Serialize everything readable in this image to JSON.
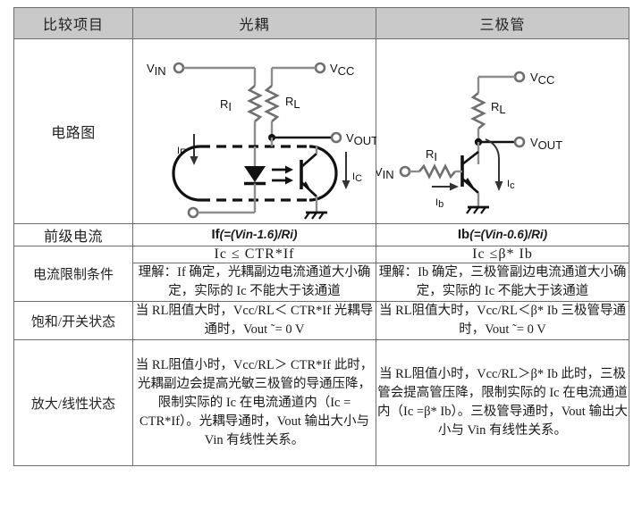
{
  "table": {
    "header": {
      "col_label": "比较项目",
      "col_opto": "光耦",
      "col_transistor": "三极管"
    },
    "rows": {
      "circuit": {
        "label": "电路图",
        "opto_diagram": {
          "vin": "VIN",
          "ri": "RI",
          "if": "IF",
          "vcc": "VCC",
          "rl": "RL",
          "vout": "VOUT",
          "ic": "IC"
        },
        "transistor_diagram": {
          "vin": "VIN",
          "ri": "RI",
          "ib": "Ib",
          "vcc": "VCC",
          "rl": "RL",
          "vout": "VOUT",
          "ic": "Ic"
        }
      },
      "pre_current": {
        "label": "前级电流",
        "opto_symbol": "If",
        "opto_formula": "(=(Vin-1.6)/Ri)",
        "transistor_symbol": "Ib",
        "transistor_formula": "(=(Vin-0.6)/Ri)"
      },
      "current_limit": {
        "label": "电流限制条件",
        "opto_formula": "Ic ≤ CTR*If",
        "opto_note": "理解：If 确定，光耦副边电流通道大小确定，实际的 Ic 不能大于该通道",
        "transistor_formula": "Ic ≤β* Ib",
        "transistor_note": "理解：Ib 确定，三极管副边电流通道大小确定，实际的 Ic 不能大于该通道"
      },
      "saturation": {
        "label": "饱和/开关状态",
        "opto_text": "当 RL阻值大时，Vcc/RL＜ CTR*If 光耦导通时，Vout ˜= 0 V",
        "transistor_text": "当 RL阻值大时，Vcc/RL＜β* Ib 三极管导通时，Vout ˜= 0 V"
      },
      "linear": {
        "label": "放大/线性状态",
        "opto_text": "当 RL阻值小时，Vcc/RL＞ CTR*If 此时，光耦副边会提高光敏三极管的导通压降，限制实际的 Ic 在电流通道内（Ic = CTR*If）。光耦导通时，Vout 输出大小与 Vin 有线性关系。",
        "transistor_text": "当 RL阻值小时，Vcc/RL＞β* Ib 此时，三极管会提高管压降，限制实际的 Ic 在电流通道内（Ic =β* Ib）。三极管导通时，Vout 输出大小与 Vin 有线性关系。"
      }
    }
  },
  "colors": {
    "header_bg": "#c9c9c9",
    "border": "#6e6e6e",
    "wire": "#8d8d8d",
    "ink": "#111111"
  }
}
